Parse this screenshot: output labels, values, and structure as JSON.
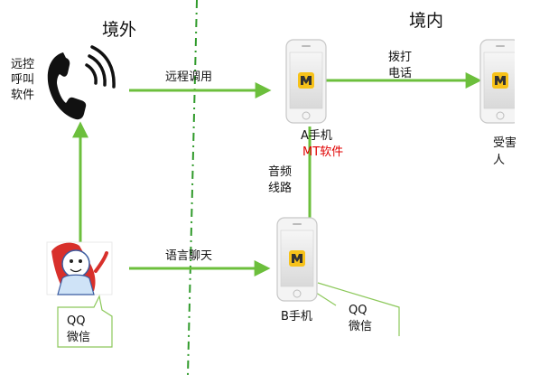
{
  "regions": {
    "outside": "境外",
    "inside": "境内"
  },
  "labels": {
    "remote_software": "远控\n呼叫\n软件",
    "remote_call": "远程调用",
    "dial_phone": "拨打\n电话",
    "phone_a": "A手机",
    "mt_software": "MT软件",
    "audio_line": "音频\n线路",
    "victim": "受害\n人",
    "voice_chat": "语言聊天",
    "phone_b": "B手机",
    "qq_wechat_left": "QQ\n微信",
    "qq_wechat_right": "QQ\n微信"
  },
  "colors": {
    "arrow_green": "#6cbf3c",
    "divider_green": "#2f9a2a",
    "highlight_red": "#e00000",
    "app_icon_yellow": "#f7c21a"
  }
}
